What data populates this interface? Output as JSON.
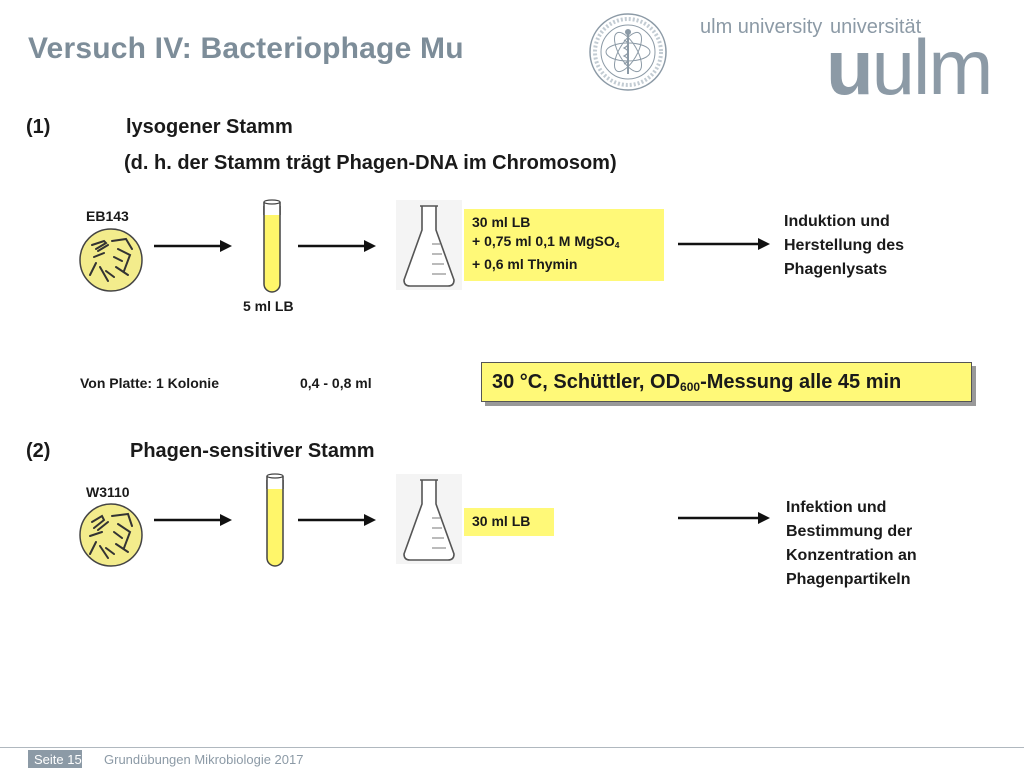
{
  "header": {
    "title": "Versuch IV: Bacteriophage Mu",
    "seal_text": "UNIVERSITÄT ULM SCIENDO DOCENDO CURANDO",
    "logo_small_left": "ulm university",
    "logo_small_right": "universität",
    "logo_big_bold": "u",
    "logo_big_rest": "ulm"
  },
  "section1": {
    "number": "(1)",
    "title": "lysogener Stamm",
    "subtitle": "(d. h. der Stamm trägt Phagen-DNA im Chromosom)",
    "strain": "EB143",
    "tube_label": "5 ml LB",
    "medium_line1": "30 ml LB",
    "medium_line2_pre": "+ 0,75 ml 0,1 M MgSO",
    "medium_line2_sub": "4",
    "medium_line3": "+ 0,6 ml Thymin",
    "result_line1": "Induktion und",
    "result_line2": "Herstellung des",
    "result_line3": "Phagenlysats",
    "inoculum_plate": "Von Platte: 1 Kolonie",
    "inoculum_volume": "0,4 - 0,8 ml",
    "conditions_pre": "30 °C, Schüttler, OD",
    "conditions_sub": "600",
    "conditions_post": "-Messung alle 45 min"
  },
  "section2": {
    "number": "(2)",
    "title": "Phagen-sensitiver Stamm",
    "strain": "W3110",
    "medium_line1": "30 ml LB",
    "result_line1": "Infektion und",
    "result_line2": "Bestimmung der",
    "result_line3": "Konzentration an",
    "result_line4": "Phagenpartikeln"
  },
  "footer": {
    "page": "Seite 15",
    "course": "Grundübungen Mikrobiologie 2017"
  },
  "colors": {
    "title_gray": "#7d8d99",
    "highlight_yellow": "#fff978",
    "plate_yellow": "#f3ec8c",
    "tube_yellow": "#fff66a"
  }
}
